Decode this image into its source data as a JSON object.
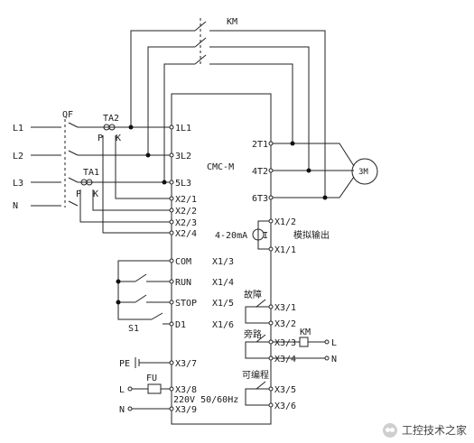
{
  "contactor": "KM",
  "motor": "3M",
  "breaker": "QF",
  "ct1": "TA1",
  "ct2": "TA2",
  "ct_p": "P",
  "ct_k": "K",
  "lines": {
    "l1": "L1",
    "l2": "L2",
    "l3": "L3",
    "n": "N"
  },
  "device": "CMC-M",
  "left_terminals": {
    "t_1l1": "1L1",
    "t_3l2": "3L2",
    "t_5l3": "5L3",
    "t_x21": "X2/1",
    "t_x22": "X2/2",
    "t_x23": "X2/3",
    "t_x24": "X2/4",
    "t_com": "COM",
    "t_run": "RUN",
    "t_stop": "STOP",
    "t_d1": "D1",
    "t_x37": "X3/7",
    "t_x38": "X3/8",
    "t_x39": "X3/9"
  },
  "x1_labels": {
    "com": "X1/3",
    "run": "X1/4",
    "stop": "X1/5",
    "d1": "X1/6"
  },
  "right_terminals": {
    "t_2t1": "2T1",
    "t_4t2": "4T2",
    "t_6t3": "6T3",
    "t_x12": "X1/2",
    "t_x11": "X1/1",
    "t_x31": "X3/1",
    "t_x32": "X3/2",
    "t_x33": "X3/3",
    "t_x34": "X3/4",
    "t_x35": "X3/5",
    "t_x36": "X3/6"
  },
  "analog": {
    "current": "4-20mA",
    "source": "I",
    "label": "模拟输出"
  },
  "relays": {
    "fault": "故障",
    "bypass": "旁路",
    "prog": "可编程"
  },
  "ext": {
    "km": "KM",
    "l": "L",
    "n": "N"
  },
  "switch_s1": "S1",
  "pe": "PE",
  "fuse": "FU",
  "supply_l": "L",
  "supply_n": "N",
  "supply": "220V 50/60Hz",
  "watermark": "工控技术之家"
}
